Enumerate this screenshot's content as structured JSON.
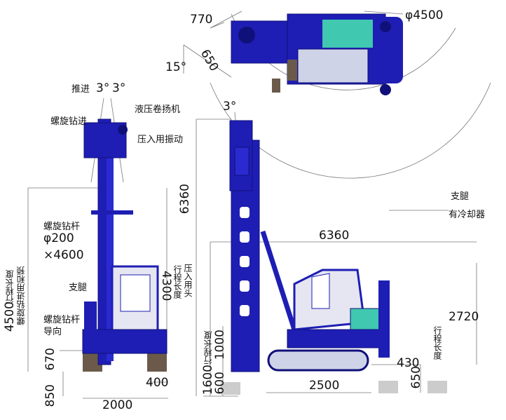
{
  "colors": {
    "machine": "#1e1eb4",
    "machine_dark": "#10107a",
    "accent": "#40c8b0",
    "line": "#555555",
    "ground": "#6b5a4a"
  },
  "dims": {
    "d770": "770",
    "phi4500": "φ4500",
    "d650_top": "650",
    "a15": "15°",
    "a3_left": "3°",
    "a3_right": "3°",
    "a3_mid": "3°",
    "d6360_v": "6360",
    "d6360_h": "6360",
    "d4300": "4300",
    "d4500": "4500",
    "d2720": "2720",
    "d1000": "1000",
    "d1600": "1600",
    "d600": "600",
    "d650_right": "650",
    "d430": "430",
    "d2500": "2500",
    "d670": "670",
    "d850": "850",
    "d400": "400",
    "d2000": "2000",
    "phi200": "φ200",
    "x4600": "×4600"
  },
  "labels": {
    "push": "推进",
    "hydraulic_winch": "液压卷扬机",
    "spiral_drill_feed": "螺旋钻进",
    "press_vibration": "压入用振动",
    "spiral_rod": "螺旋钻杆",
    "outrigger_left": "支腿",
    "spiral_rod_guide": "螺旋钻杆",
    "guide": "导向",
    "stroke_4300": "行程长度",
    "press_head": "压入用头",
    "stroke_4500": "行程长度",
    "spiral_feed_preboring": "螺旋钻进用和预",
    "outrigger_right": "支腿",
    "with_cooler": "有冷却器",
    "stroke_1600": "行程长度",
    "stroke_650": "行程长度"
  }
}
